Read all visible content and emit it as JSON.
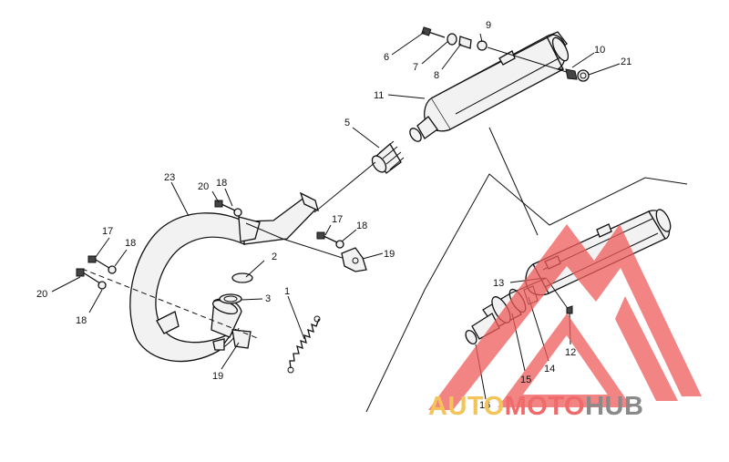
{
  "diagram": {
    "callouts": [
      "1",
      "2",
      "3",
      "5",
      "6",
      "7",
      "8",
      "9",
      "10",
      "11",
      "12",
      "13",
      "14",
      "15",
      "16",
      "17",
      "17",
      "18",
      "18",
      "18",
      "18",
      "19",
      "19",
      "20",
      "20",
      "21",
      "23"
    ]
  },
  "watermark": {
    "part1": "AUTO",
    "part2": "MOTO",
    "part3": "HUB",
    "colors": {
      "auto": "#f2c45a",
      "moto": "#ef6b6b",
      "hub": "#8a8a8a",
      "logo": "#ef5b5b"
    }
  }
}
